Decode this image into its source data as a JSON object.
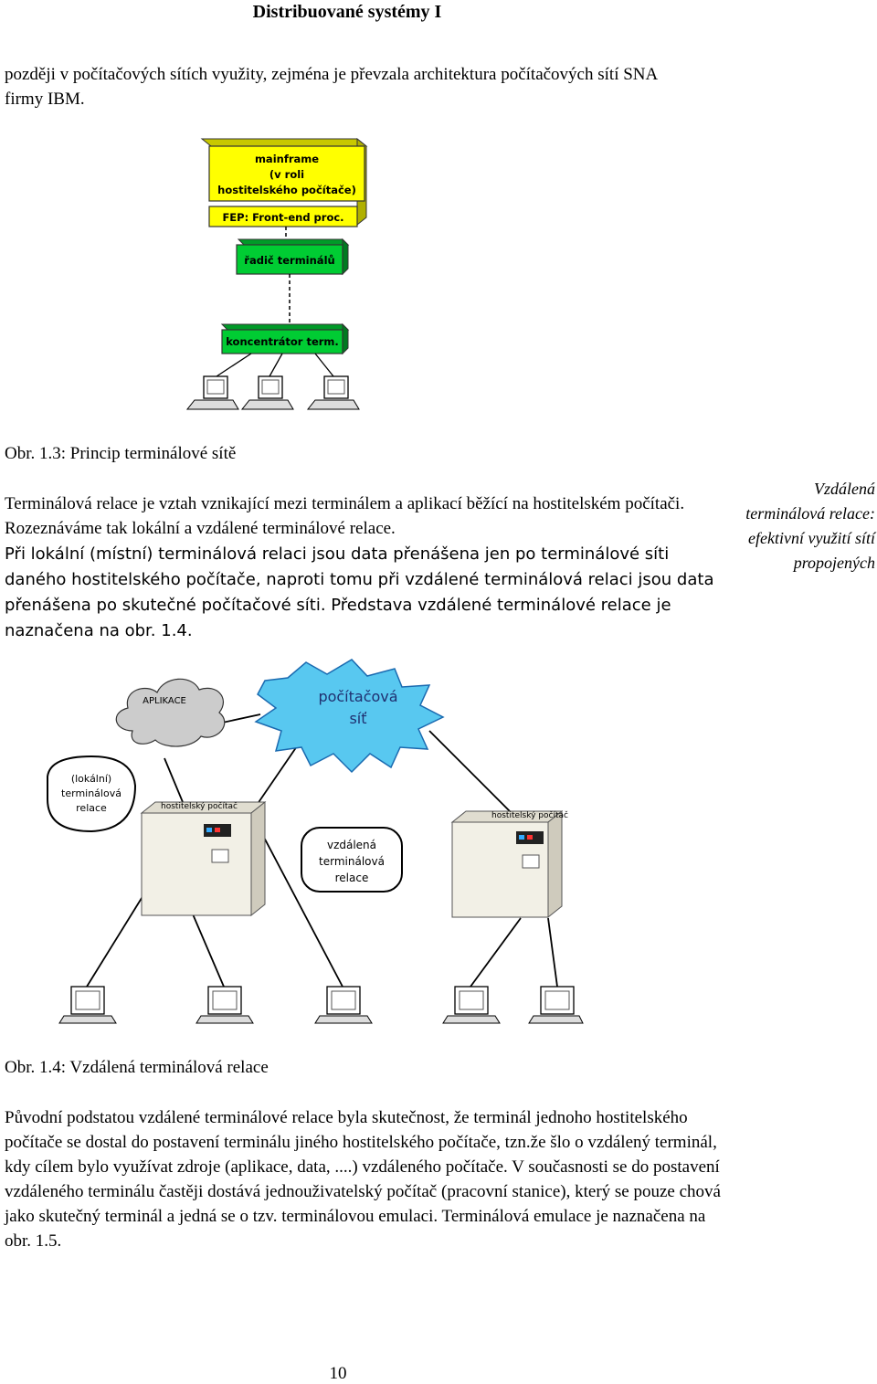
{
  "header": {
    "title": "Distribuované systémy I"
  },
  "intro_paragraph": "později v počítačových sítích využity, zejména je převzala architektura počítačových sítí SNA firmy IBM.",
  "figure1": {
    "mainframe_lines": [
      "mainframe",
      "(v roli",
      "hostitelského počítače)"
    ],
    "fep_label": "FEP: Front-end proc.",
    "controller_label": "řadič terminálů",
    "concentrator_label": "koncentrátor term.",
    "caption": "Obr. 1.3: Princip terminálové sítě"
  },
  "section_paragraph_1": "Terminálová relace je vztah vznikající mezi terminálem a aplikací běžící na hostitelském počítači. Rozeznáváme tak lokální a vzdálené terminálové relace.",
  "section_paragraph_2": "Při lokální (místní) terminálová relaci jsou data přenášena jen po terminálové síti daného hostitelského počítače, naproti tomu při vzdálené terminálová relaci jsou data přenášena po skutečné počítačové síti. Představa vzdálené terminálové relace je naznačena na obr. 1.4.",
  "side_note": "Vzdálená terminálová relace: efektivní využití sítí propojených",
  "figure2": {
    "app_label": "APLIKACE",
    "network_lines": [
      "počítačová",
      "síť"
    ],
    "local_session_lines": [
      "(lokální)",
      "terminálová",
      "relace"
    ],
    "host_label_left": "hostitelský počítač",
    "host_label_right": "hostitelský počítač",
    "remote_session_lines": [
      "vzdálená",
      "terminálová",
      "relace"
    ],
    "caption": "Obr. 1.4: Vzdálená terminálová relace"
  },
  "closing_paragraph": "Původní podstatou vzdálené terminálové relace byla skutečnost, že terminál jednoho hostitelského počítače se dostal do postavení terminálu jiného hostitelského počítače, tzn.že šlo o vzdálený terminál, kdy cílem bylo využívat zdroje (aplikace, data, ....) vzdáleného počítače. V současnosti se do postavení vzdáleného terminálu častěji dostává jednouživatelský počítač (pracovní stanice), který se pouze chová jako skutečný terminál a jedná se o tzv. terminálovou emulaci. Terminálová emulace je naznačena na obr. 1.5.",
  "footer": {
    "page_number": "10"
  },
  "colors": {
    "mainframe_fill": "#ffff00",
    "box_fill": "#00cc33",
    "network_fill": "#58c8f0",
    "cloud_fill": "#cccccc",
    "host_fill": "#f2f0e6"
  }
}
